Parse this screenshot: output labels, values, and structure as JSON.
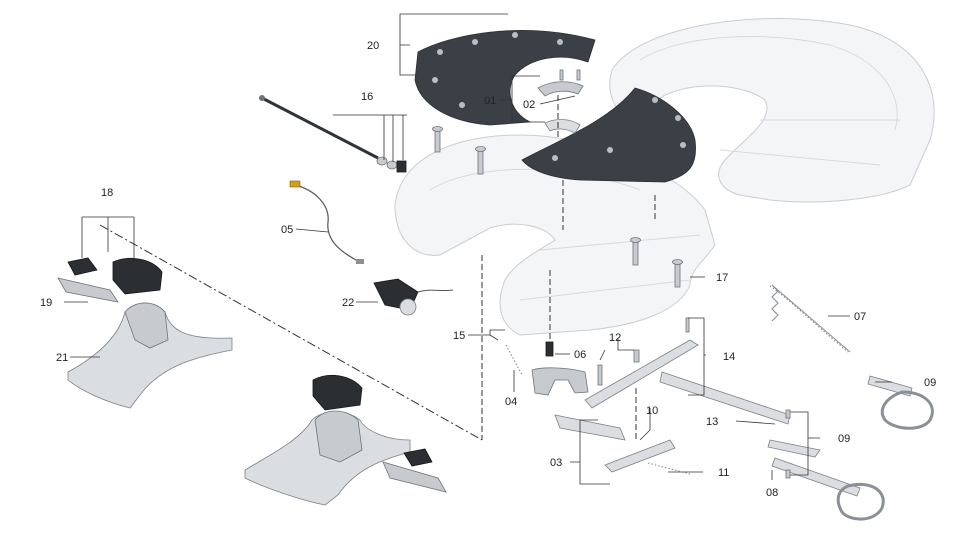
{
  "labels": {
    "p01": "01",
    "p02": "02",
    "p03": "03",
    "p04": "04",
    "p05": "05",
    "p06": "06",
    "p07": "07",
    "p08": "08",
    "p09a": "09",
    "p09b": "09",
    "p10": "10",
    "p11": "11",
    "p12": "12",
    "p13": "13",
    "p14": "14",
    "p15": "15",
    "p16": "16",
    "p17": "17",
    "p18": "18",
    "p19": "19",
    "p20": "20",
    "p21": "21",
    "p22": "22"
  }
}
